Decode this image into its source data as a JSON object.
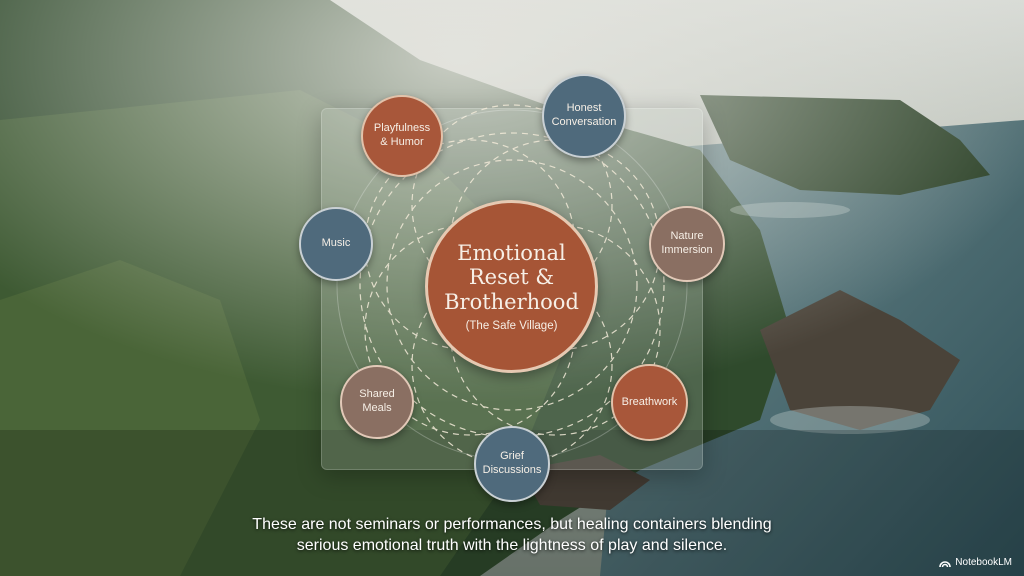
{
  "diagram": {
    "center": {
      "title": "Emotional\nReset &\nBrotherhood",
      "subtitle": "(The Safe Village)"
    },
    "nodes": [
      {
        "label": "Playfulness\n& Humor",
        "color": "#a8573a"
      },
      {
        "label": "Honest\nConversation",
        "color": "#4f6a7c"
      },
      {
        "label": "Music",
        "color": "#4f6a7c"
      },
      {
        "label": "Nature\nImmersion",
        "color": "#8a6f62"
      },
      {
        "label": "Shared\nMeals",
        "color": "#8a6f62"
      },
      {
        "label": "Breathwork",
        "color": "#a8573a"
      },
      {
        "label": "Grief\nDiscussions",
        "color": "#4f6a7c"
      }
    ]
  },
  "caption": {
    "line1": "These are not seminars or performances, but healing containers blending",
    "line2": "serious emotional truth with the lightness of play and silence."
  },
  "brand": {
    "label": "NotebookLM"
  }
}
